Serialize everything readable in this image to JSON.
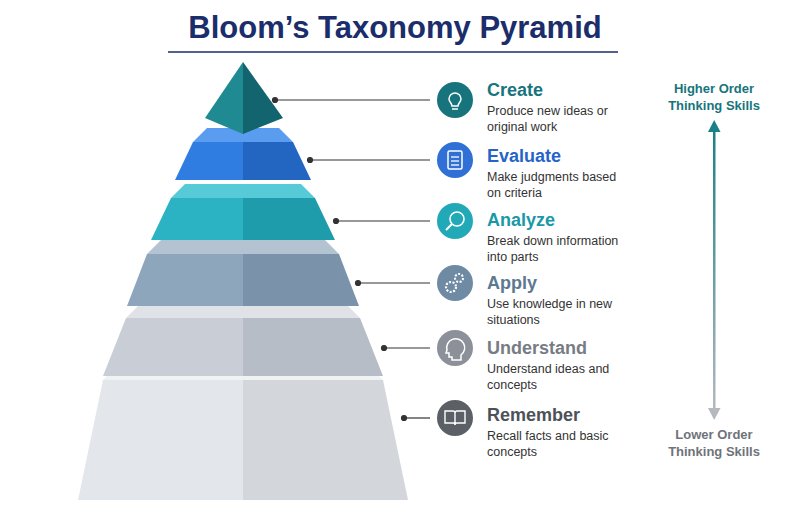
{
  "diagram": {
    "title": "Bloom’s Taxonomy Pyramid",
    "nodes": [
      {
        "text": [
          "Create",
          "Produce new ideas or original work"
        ]
      },
      {
        "text": [
          "Evaluate",
          "Make judgments based on criteria"
        ]
      },
      {
        "text": [
          "Analyze",
          "Break down information into parts"
        ]
      },
      {
        "text": [
          "Apply",
          "Use knowledge in new situations"
        ]
      },
      {
        "text": [
          "Understand",
          "Understand ideas and concepts"
        ]
      },
      {
        "text": [
          "Remember",
          "Recall facts and basic concepts"
        ]
      }
    ],
    "labels": [
      "Higher Order Thinking Skills",
      "Lower Order Thinking Skills"
    ]
  }
}
